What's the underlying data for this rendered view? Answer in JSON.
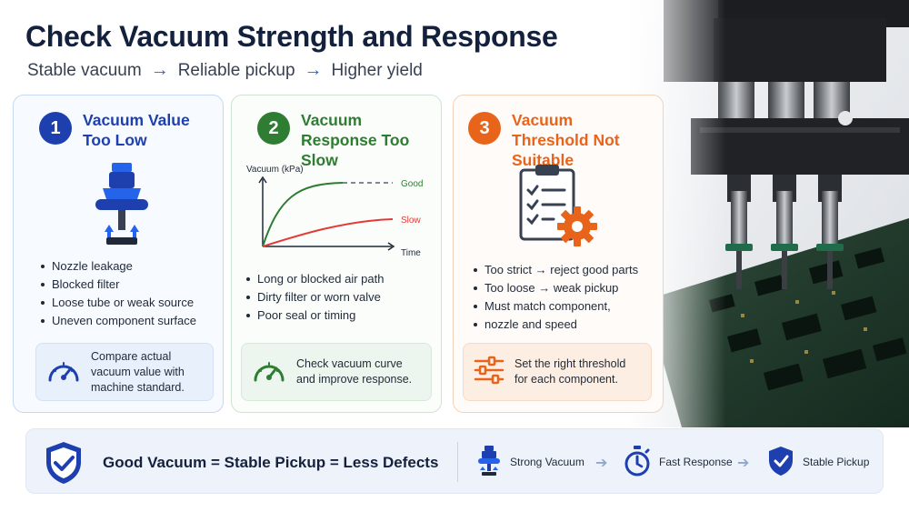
{
  "header": {
    "title": "Check Vacuum Strength and Response",
    "subtitle_steps": [
      "Stable vacuum",
      "Reliable pickup",
      "Higher yield"
    ],
    "arrow": "→"
  },
  "cards": [
    {
      "number": "1",
      "title": "Vacuum Value Too Low",
      "color": "#1e40af",
      "bullets": [
        "Nozzle leakage",
        "Blocked filter",
        "Loose tube or weak source",
        "Uneven component surface"
      ],
      "tip": "Compare actual vacuum value with machine standard.",
      "tip_icon": "gauge-icon"
    },
    {
      "number": "2",
      "title": "Vacuum Response Too Slow",
      "color": "#2e7d32",
      "chart_labels": {
        "ylabel": "Vacuum (kPa)",
        "xlabel": "Time",
        "good": "Good",
        "slow": "Slow"
      },
      "bullets": [
        "Long or blocked air path",
        "Dirty filter or worn valve",
        "Poor seal or timing"
      ],
      "tip": "Check vacuum curve and improve response.",
      "tip_icon": "gauge-icon"
    },
    {
      "number": "3",
      "title": "Vacuum Threshold Not Suitable",
      "color": "#e8641b",
      "bullets": [
        "Too strict → reject good parts",
        "Too loose → weak pickup",
        "Must match component,",
        "nozzle and speed"
      ],
      "tip": "Set the right threshold for each component.",
      "tip_icon": "sliders-icon"
    }
  ],
  "footer": {
    "summary": "Good Vacuum = Stable Pickup = Less Defects",
    "steps": [
      {
        "label": "Strong Vacuum",
        "icon": "nozzle-icon"
      },
      {
        "label": "Fast Response",
        "icon": "stopwatch-icon"
      },
      {
        "label": "Stable Pickup",
        "icon": "shield-check-icon"
      }
    ],
    "arrow": "➔"
  }
}
